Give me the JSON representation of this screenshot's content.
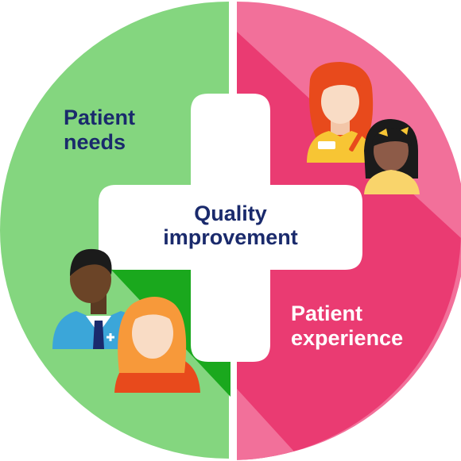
{
  "diagram": {
    "center_label": [
      "Quality",
      "improvement"
    ],
    "left_label": [
      "Patient",
      "needs"
    ],
    "right_label": [
      "Patient",
      "experience"
    ]
  },
  "colors": {
    "left_light": "#84d67f",
    "left_dark": "#1aa81d",
    "right_light": "#f2709a",
    "right_dark": "#ea3b72",
    "cross": "#ffffff",
    "center_text": "#1a2a6c",
    "left_text": "#1a2a6c",
    "right_text": "#ffffff"
  },
  "icons": [
    "female-nurse-icon",
    "girl-icon",
    "male-doctor-icon",
    "woman-icon"
  ]
}
